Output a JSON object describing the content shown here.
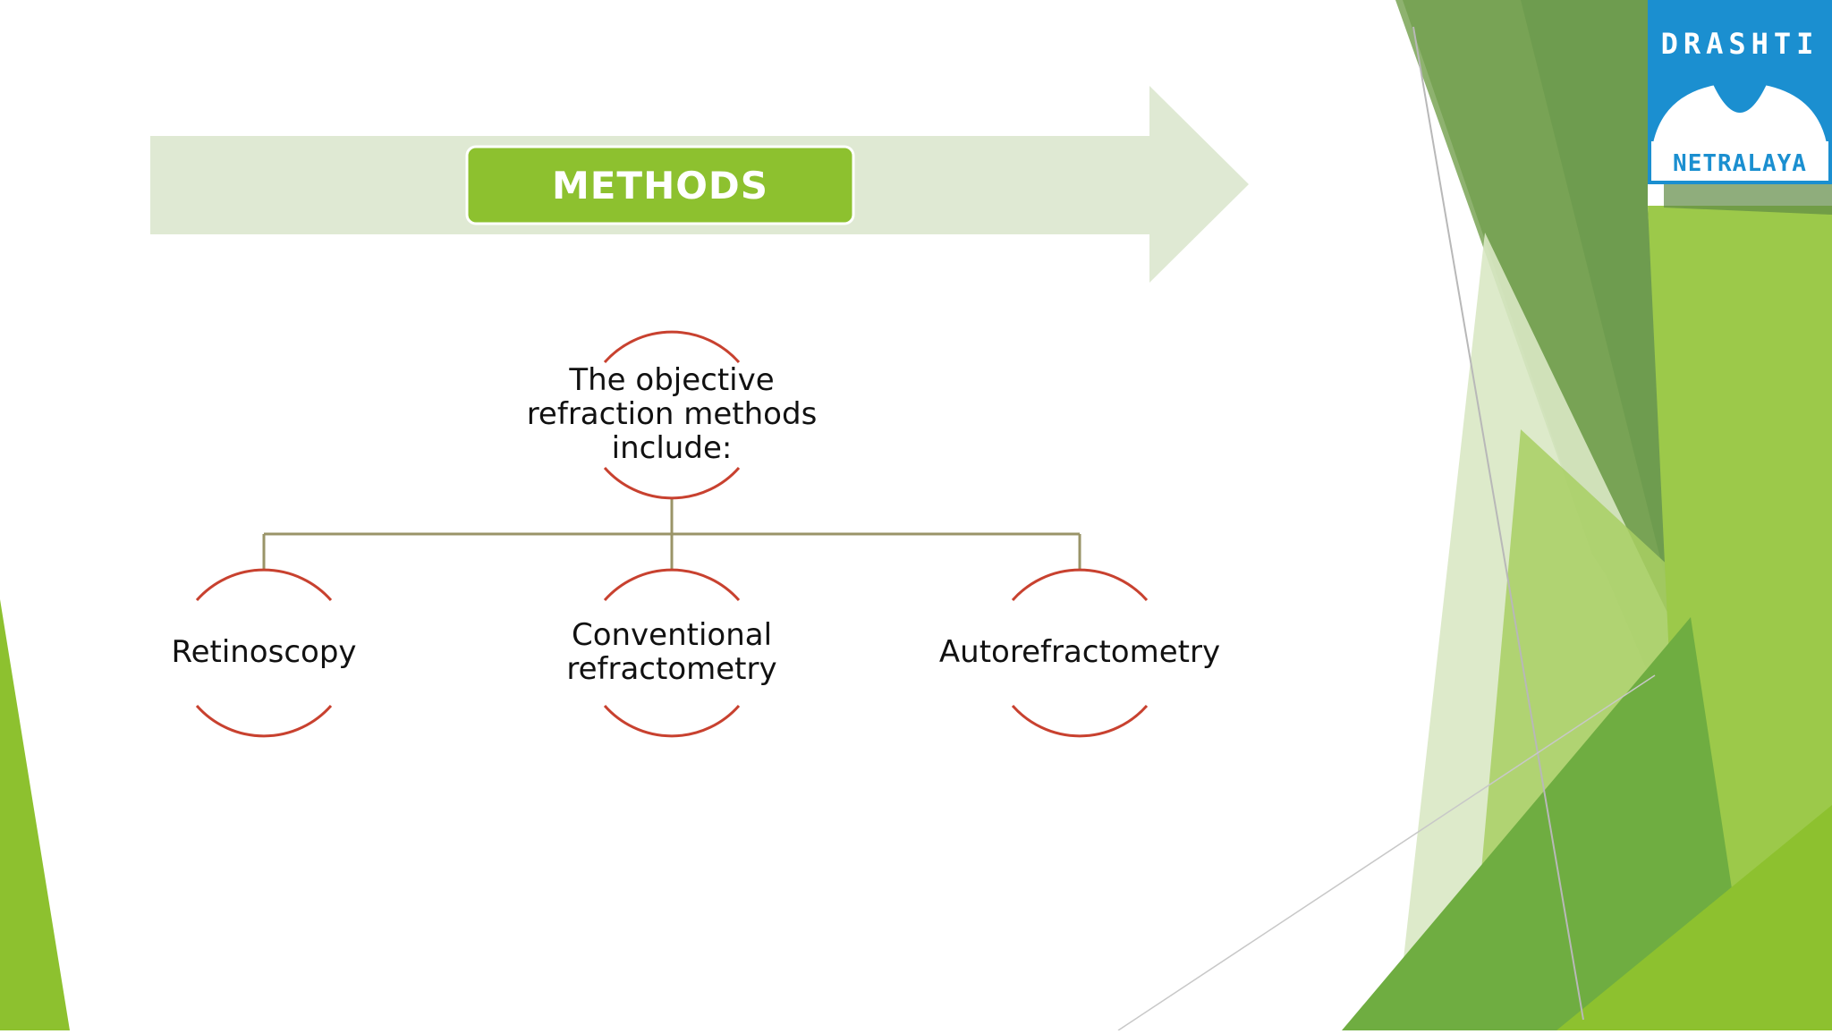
{
  "slide": {
    "title": "METHODS",
    "root_text": "The objective refraction methods include:",
    "children": [
      {
        "text": "Retinoscopy"
      },
      {
        "text": "Conventional refractometry"
      },
      {
        "text": "Autorefractometry"
      }
    ]
  },
  "logo": {
    "top_text": "DRASHTI",
    "bottom_text": "NETRALAYA"
  },
  "colors": {
    "title_fill": "#8dc12f",
    "arrow_fill": "#dfe9d3",
    "node_arc": "#c8412f",
    "connector": "#9a9468",
    "logo_blue": "#1b8fd0",
    "green_dark": "#6e9c4f",
    "green_light": "#9cc94a"
  }
}
